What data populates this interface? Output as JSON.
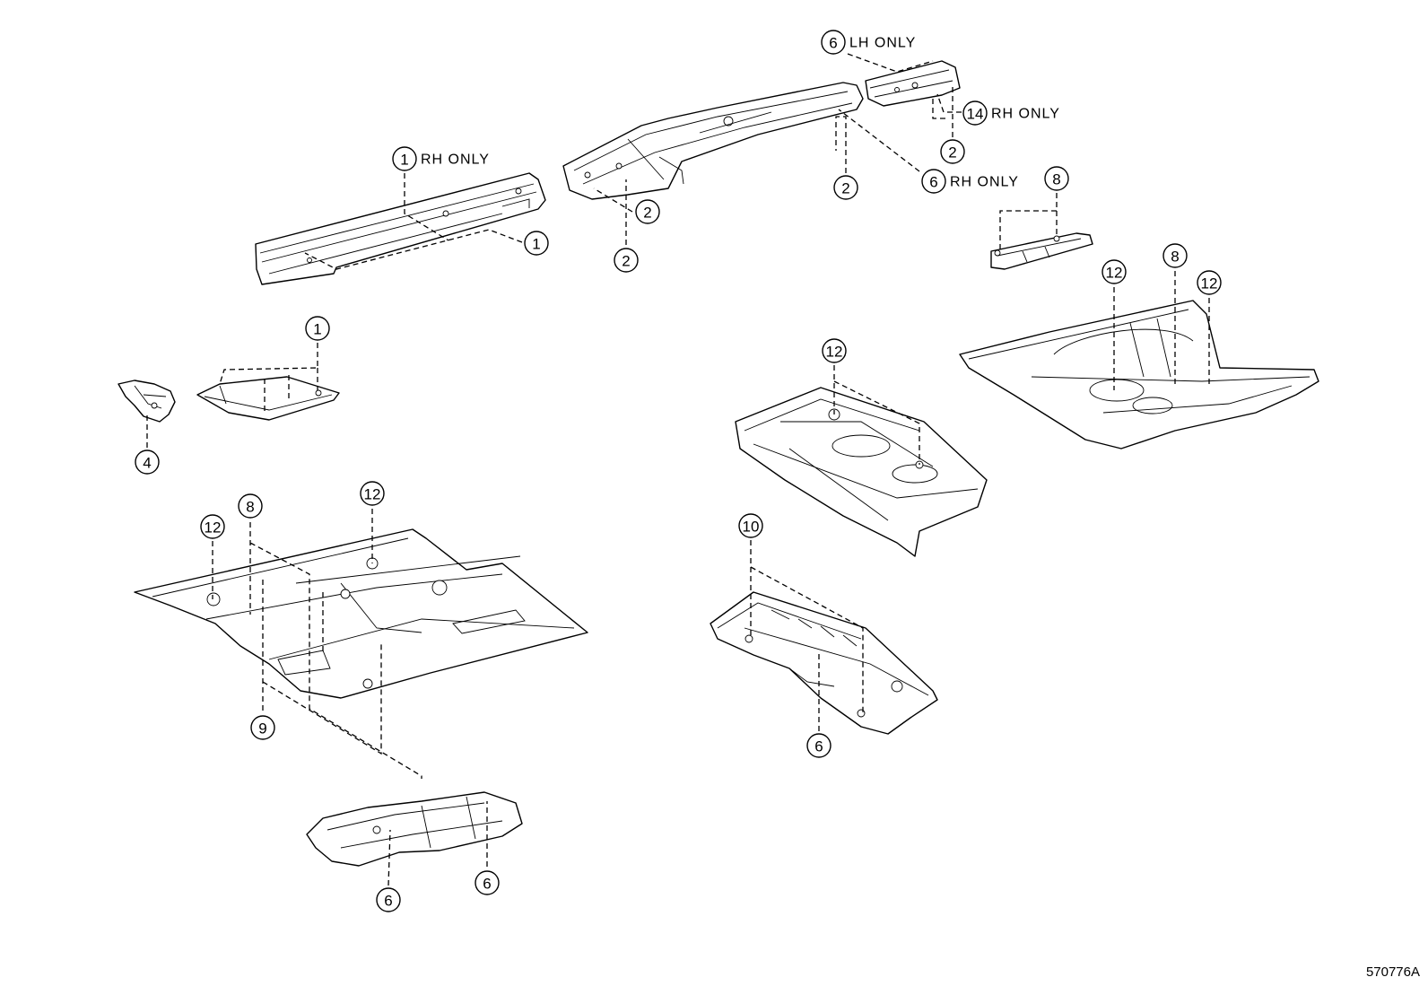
{
  "callouts": [
    {
      "id": "c1",
      "num": "1",
      "note": "RH ONLY"
    },
    {
      "id": "c2",
      "num": "1",
      "note": ""
    },
    {
      "id": "c3",
      "num": "1",
      "note": ""
    },
    {
      "id": "c4",
      "num": "4",
      "note": ""
    },
    {
      "id": "c5",
      "num": "2",
      "note": ""
    },
    {
      "id": "c6",
      "num": "2",
      "note": ""
    },
    {
      "id": "c7",
      "num": "6",
      "note": "LH ONLY"
    },
    {
      "id": "c8",
      "num": "14",
      "note": "RH ONLY"
    },
    {
      "id": "c9",
      "num": "2",
      "note": ""
    },
    {
      "id": "c10",
      "num": "2",
      "note": ""
    },
    {
      "id": "c11",
      "num": "6",
      "note": "RH ONLY"
    },
    {
      "id": "c12",
      "num": "8",
      "note": ""
    },
    {
      "id": "c13",
      "num": "12",
      "note": ""
    },
    {
      "id": "c14",
      "num": "8",
      "note": ""
    },
    {
      "id": "c15",
      "num": "12",
      "note": ""
    },
    {
      "id": "c16",
      "num": "12",
      "note": ""
    },
    {
      "id": "c17",
      "num": "12",
      "note": ""
    },
    {
      "id": "c18",
      "num": "8",
      "note": ""
    },
    {
      "id": "c19",
      "num": "12",
      "note": ""
    },
    {
      "id": "c20",
      "num": "9",
      "note": ""
    },
    {
      "id": "c21",
      "num": "10",
      "note": ""
    },
    {
      "id": "c22",
      "num": "6",
      "note": ""
    },
    {
      "id": "c23",
      "num": "6",
      "note": ""
    },
    {
      "id": "c24",
      "num": "6",
      "note": ""
    }
  ],
  "reference_code": "570776A"
}
